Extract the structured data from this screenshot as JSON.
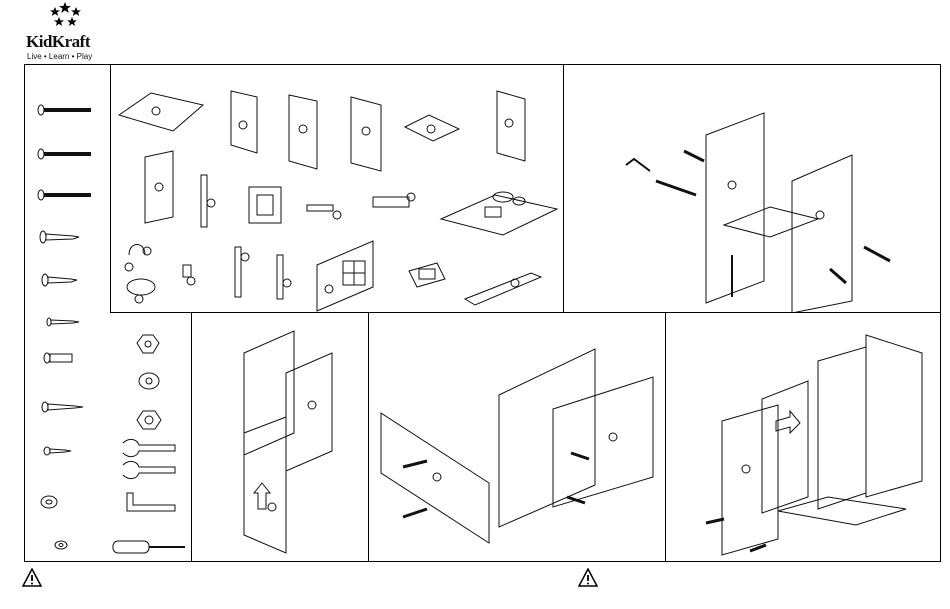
{
  "brand": {
    "name": "KidKraft",
    "tagline": "Live • Learn • Play"
  },
  "colors": {
    "line": "#111111",
    "background": "#ffffff"
  },
  "icons": {
    "logo": "stars-logo",
    "warning": "warning-triangle-icon"
  }
}
